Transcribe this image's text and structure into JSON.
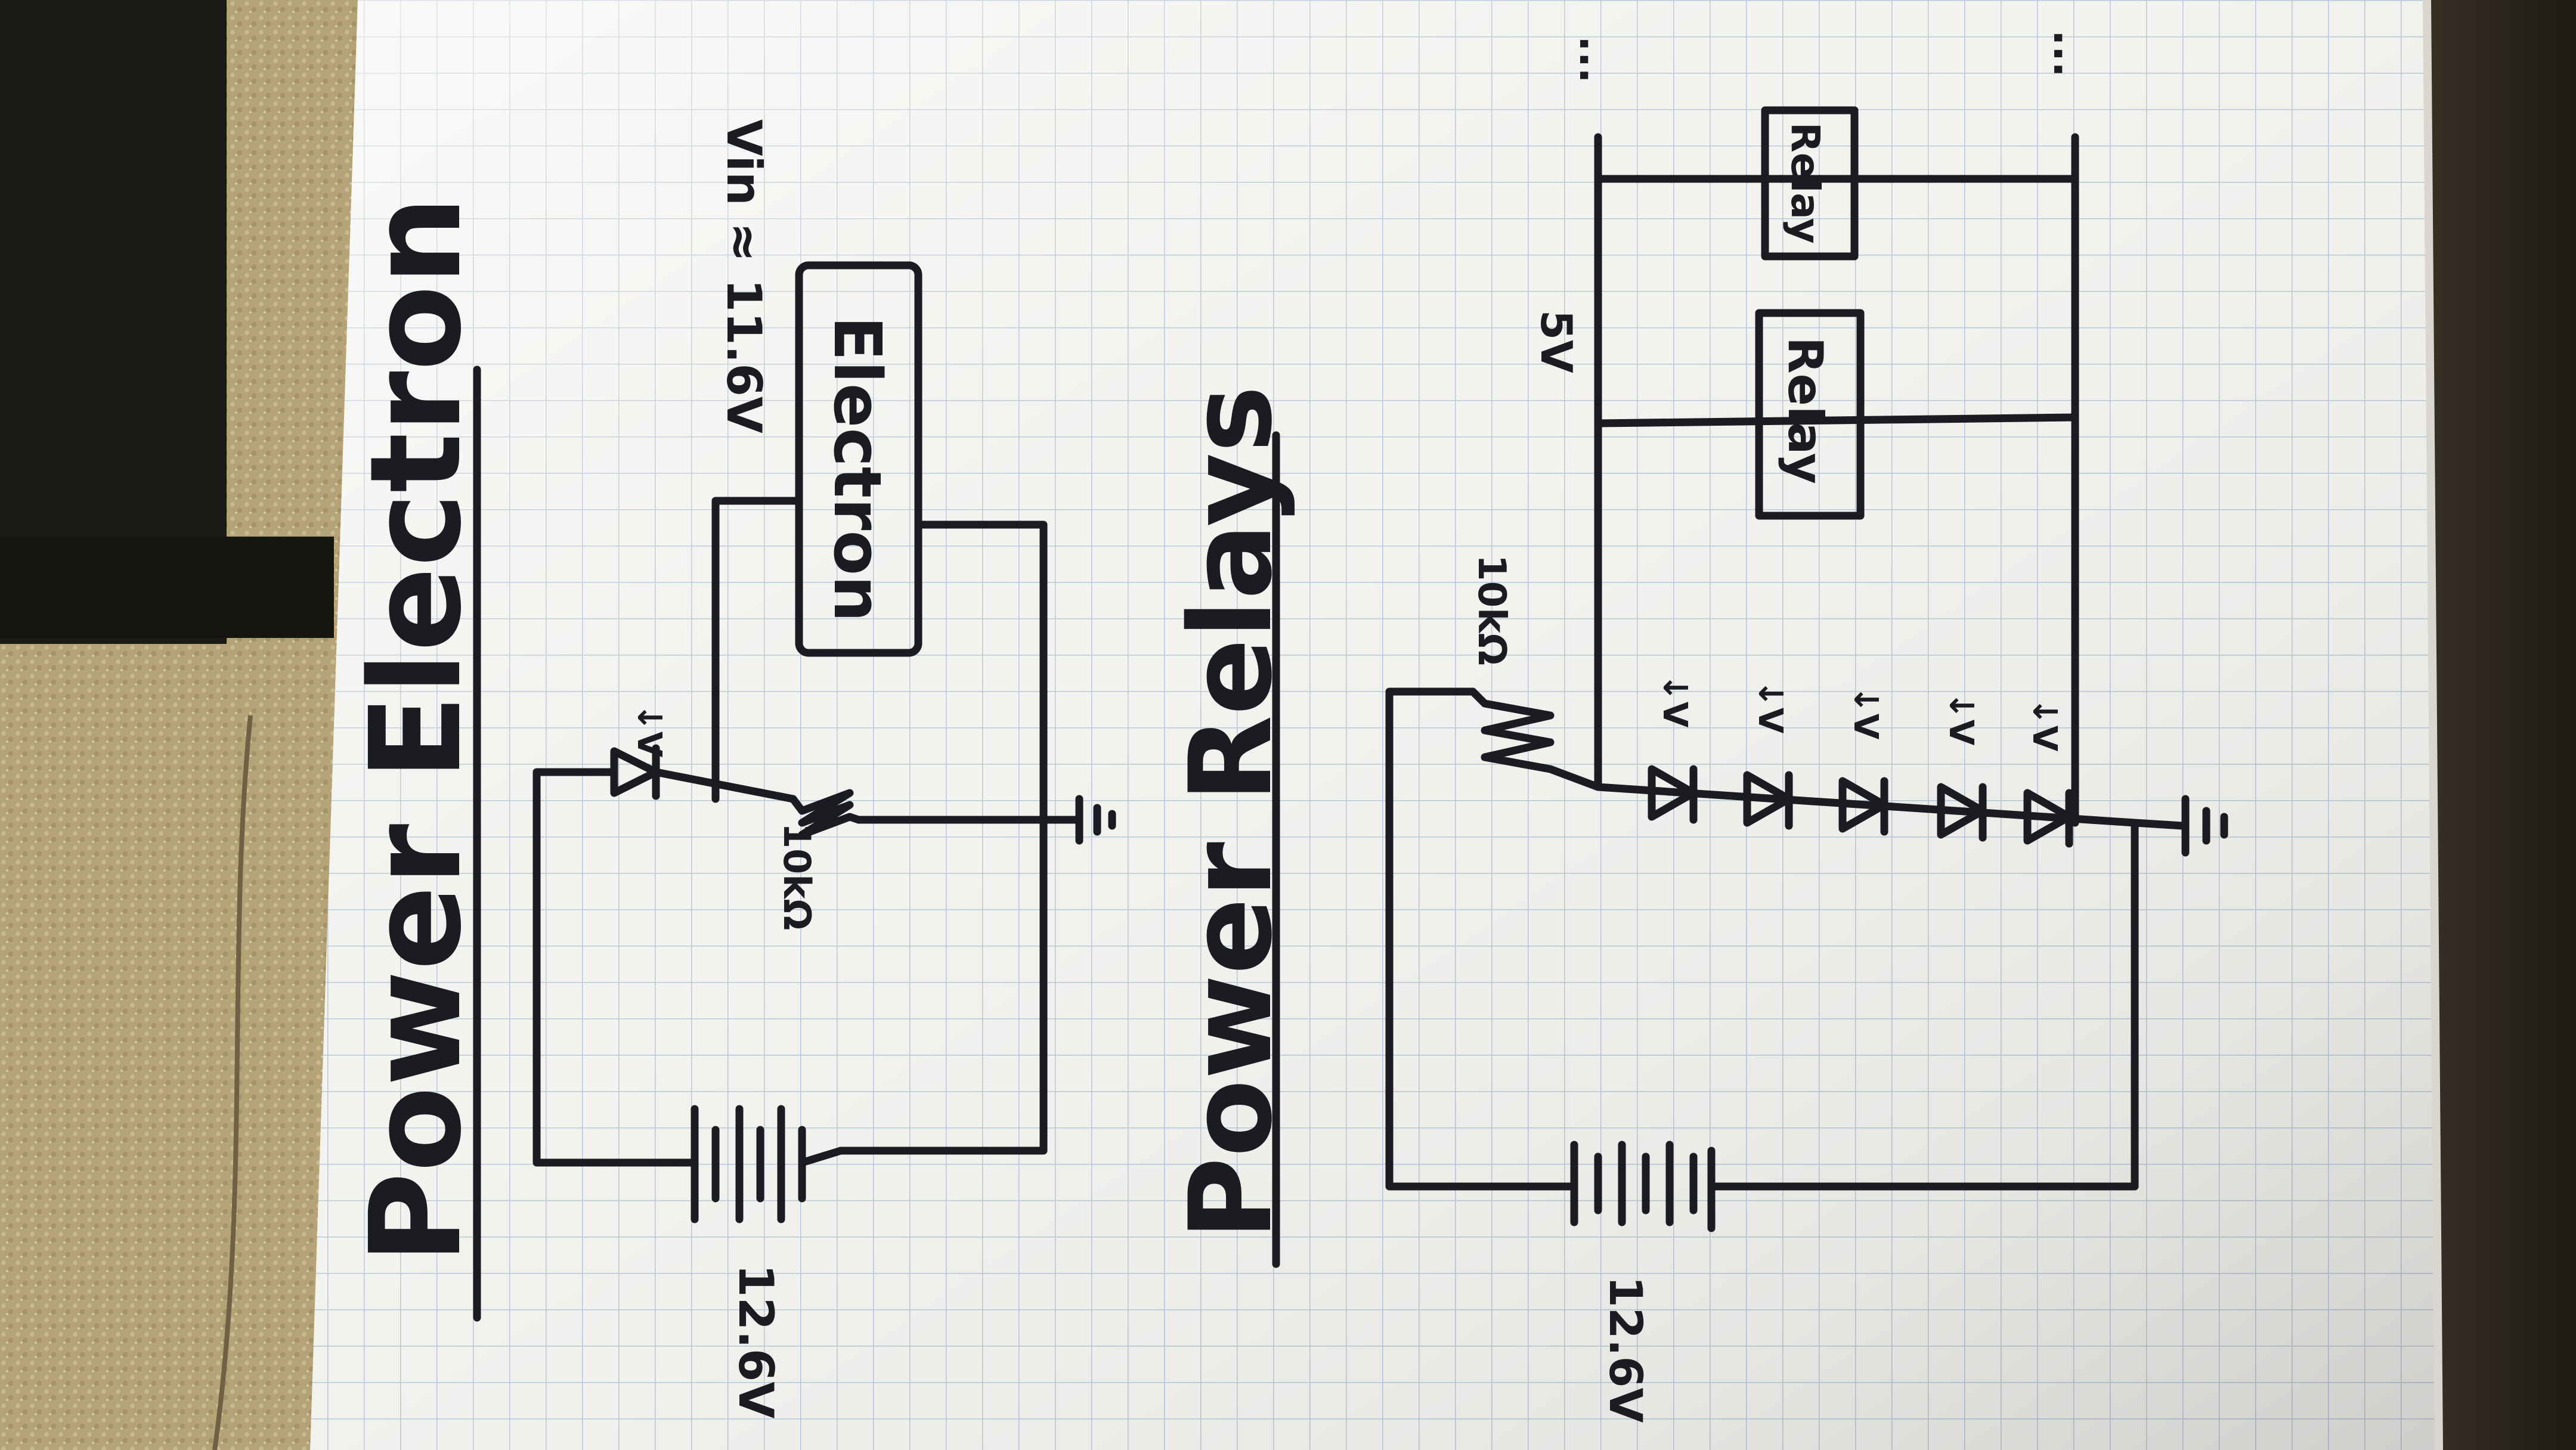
{
  "sections": {
    "electron": {
      "title": "Power Electron",
      "battery_label": "12.6V",
      "resistor_label": "10kΩ",
      "diode_label": "↓V",
      "vin_label": "Vin ≈ 11.6V",
      "module_label": "Electron",
      "ground_label": "⏚"
    },
    "relays": {
      "title": "Power Relays",
      "battery_label": "12.6V",
      "resistor_label": "10kΩ",
      "diode_labels": [
        "↓V",
        "↓V",
        "↓V",
        "↓V",
        "↓V"
      ],
      "rail_label": "5V",
      "relay_labels": [
        "Relay",
        "Relay"
      ],
      "continuation_labels": [
        "...",
        "..."
      ],
      "ground_label": "⏚"
    }
  },
  "colors": {
    "paper": "#f3f3f0",
    "grid": "#b9c7d6",
    "ink": "#1b1b22",
    "carpet": "#b8a67c",
    "desk": "#1c1a17"
  }
}
